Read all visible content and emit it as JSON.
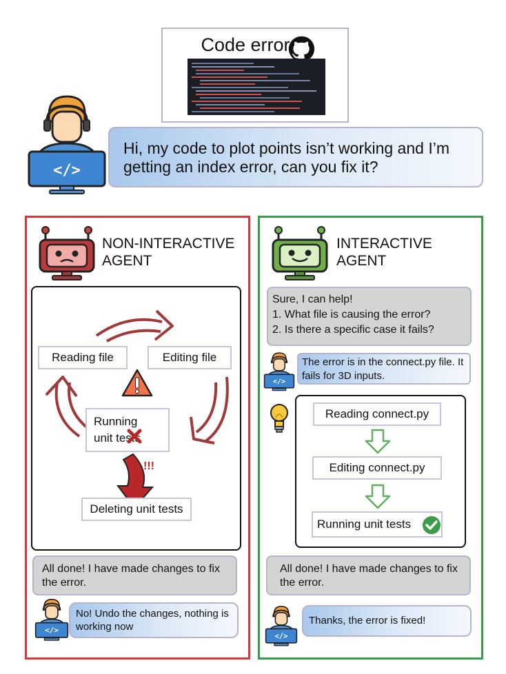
{
  "top": {
    "code_error_title": "Code error",
    "user_message": "Hi, my code to plot points isn’t working and I’m getting an index error, can you fix it?"
  },
  "left": {
    "agent_title": "NON-INTERACTIVE AGENT",
    "reading_file": "Reading file",
    "editing_file": "Editing file",
    "running_unit_tests": "Running unit tests",
    "deleting_unit_tests": "Deleting unit tests",
    "exclaim": "!!!",
    "agent_reply": "All done! I have made changes to fix the error.",
    "user_reply": "No! Undo the changes, nothing is working now"
  },
  "right": {
    "agent_title": "INTERACTIVE AGENT",
    "agent_question": "Sure, I can help!\n1. What file is causing the error?\n2. Is there a specific case it fails?",
    "user_answer": "The error is in the connect.py file. It fails for 3D inputs.",
    "reading_connect": "Reading connect.py",
    "editing_connect": "Editing connect.py",
    "running_unit_tests": "Running unit tests",
    "agent_reply": "All done! I have made changes to fix the error.",
    "user_reply": "Thanks, the error is fixed!"
  },
  "colors": {
    "left_border": "#d5393c",
    "right_border": "#3b9b4d",
    "arrow_red": "#9e3a3a",
    "arrow_green": "#5cae5c",
    "check_green": "#3c9c49",
    "cross_red": "#b8282a",
    "warning": "#f2744a"
  }
}
